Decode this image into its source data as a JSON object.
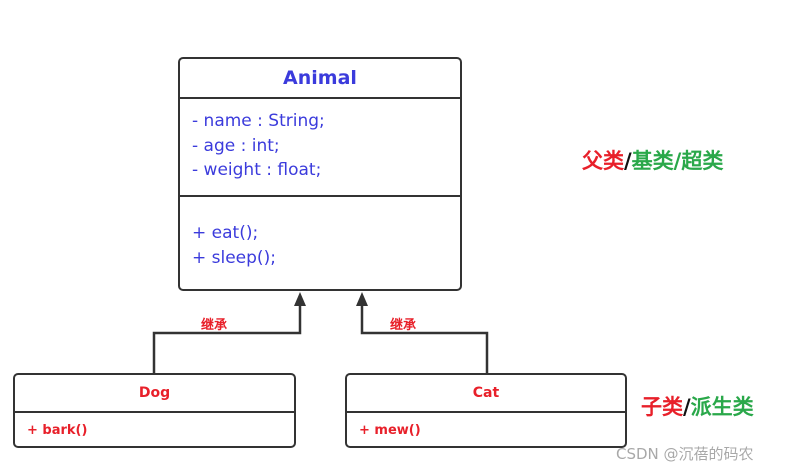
{
  "diagram": {
    "type": "uml-class-inheritance",
    "colors": {
      "parent_text": "#3b3bdc",
      "child_text": "#e8202a",
      "term_red": "#e8202a",
      "term_green": "#2aa84a",
      "line": "#333333"
    },
    "parent_class": {
      "name": "Animal",
      "attributes": [
        "- name : String;",
        "- age : int;",
        "- weight : float;"
      ],
      "methods": [
        "+ eat();",
        "+ sleep();"
      ]
    },
    "child_classes": [
      {
        "name": "Dog",
        "methods": [
          "+ bark()"
        ]
      },
      {
        "name": "Cat",
        "methods": [
          "+ mew()"
        ]
      }
    ],
    "edges": [
      {
        "from": "Dog",
        "to": "Animal",
        "label": "继承"
      },
      {
        "from": "Cat",
        "to": "Animal",
        "label": "继承"
      }
    ],
    "legend": {
      "parent_terms": [
        {
          "text": "父类",
          "color": "red"
        },
        {
          "text": "/",
          "color": "black"
        },
        {
          "text": "基类",
          "color": "green"
        },
        {
          "text": "/",
          "color": "green"
        },
        {
          "text": "超类",
          "color": "green"
        }
      ],
      "child_terms": [
        {
          "text": "子类",
          "color": "red"
        },
        {
          "text": "/",
          "color": "black"
        },
        {
          "text": "派生类",
          "color": "green"
        }
      ]
    },
    "watermark": "CSDN @沉蓓的码农"
  }
}
